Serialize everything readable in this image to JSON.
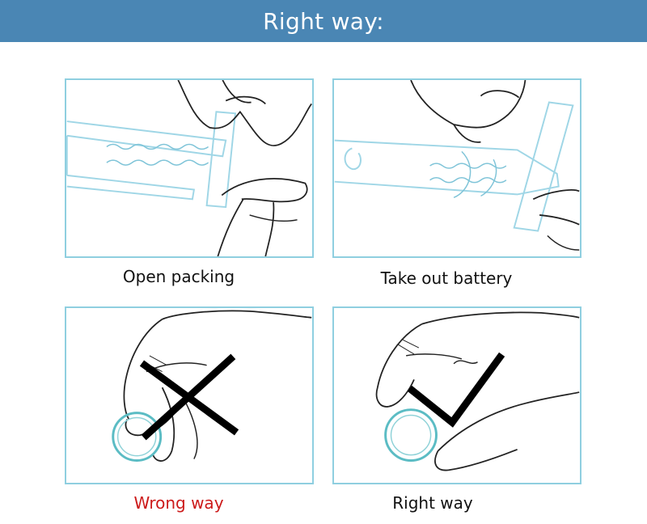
{
  "banner": {
    "title": "Right way:"
  },
  "steps": [
    {
      "caption": "Open packing"
    },
    {
      "caption": "Take out battery"
    },
    {
      "caption": "Wrong way",
      "caption_color": "#cc1a1a"
    },
    {
      "caption": "Right way"
    }
  ],
  "colors": {
    "banner_bg": "#4a86b4",
    "panel_border": "#8fcfe0",
    "battery_ring": "#5bbcc4",
    "mark": "#000000"
  },
  "icons": {
    "wrong": "cross-mark-icon",
    "right": "check-mark-icon"
  }
}
